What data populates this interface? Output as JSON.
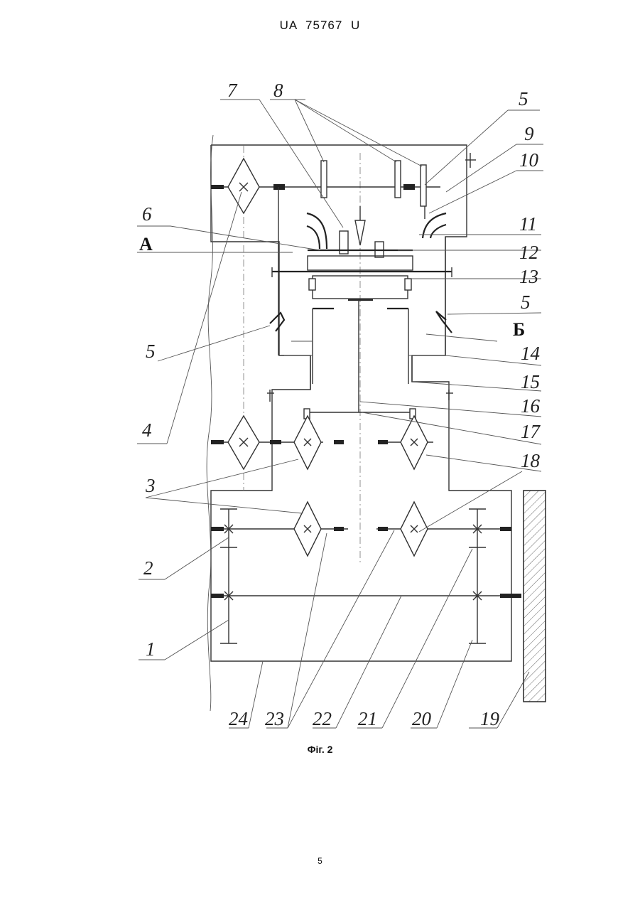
{
  "header": {
    "patent_number": "UA   75767   U"
  },
  "figure": {
    "caption": "Фіг. 2",
    "section_labels": [
      "А",
      "Б"
    ],
    "callouts": {
      "n1": "1",
      "n2": "2",
      "n3": "3",
      "n4": "4",
      "n5a": "5",
      "n5b": "5",
      "n5c": "5",
      "n6": "6",
      "n7": "7",
      "n8": "8",
      "n9": "9",
      "n10": "10",
      "n11": "11",
      "n12": "12",
      "n13": "13",
      "n14": "14",
      "n15": "15",
      "n16": "16",
      "n17": "17",
      "n18": "18",
      "n19": "19",
      "n20": "20",
      "n21": "21",
      "n22": "22",
      "n23": "23",
      "n24": "24"
    }
  },
  "footer": {
    "page_number": "5"
  }
}
